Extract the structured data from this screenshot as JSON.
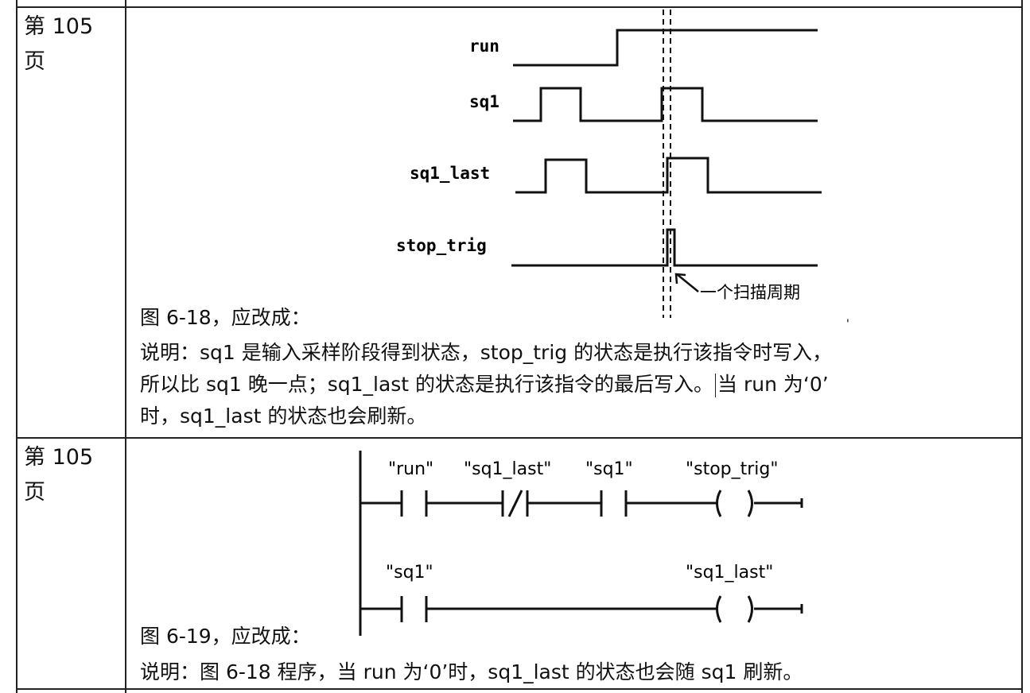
{
  "rows": [
    {
      "page": "第 105 页",
      "figure_caption": "图 6-18，应改成：",
      "note_lines": [
        "说明：sq1 是输入采样阶段得到状态，stop_trig 的状态是执行该指令时写入，",
        "所以比 sq1 晚一点；sq1_last 的状态是执行该指令的最后写入。",
        "当 run 为‘0’",
        "时，sq1_last 的状态也会刷新。"
      ],
      "timing": {
        "signals": [
          "run",
          "sq1",
          "sq1_last",
          "stop_trig"
        ],
        "annotation": "一个扫描周期"
      }
    },
    {
      "page": "第 105 页",
      "figure_caption": "图 6-19，应改成：",
      "note_lines": [
        "说明：图 6-18 程序，当 run 为‘0’时，sq1_last 的状态也会随 sq1 刷新。"
      ],
      "ladder": {
        "rung1": [
          "\"run\"",
          "\"sq1_last\"",
          "\"sq1\"",
          "\"stop_trig\""
        ],
        "rung2": [
          "\"sq1\"",
          "\"sq1_last\""
        ]
      }
    }
  ]
}
